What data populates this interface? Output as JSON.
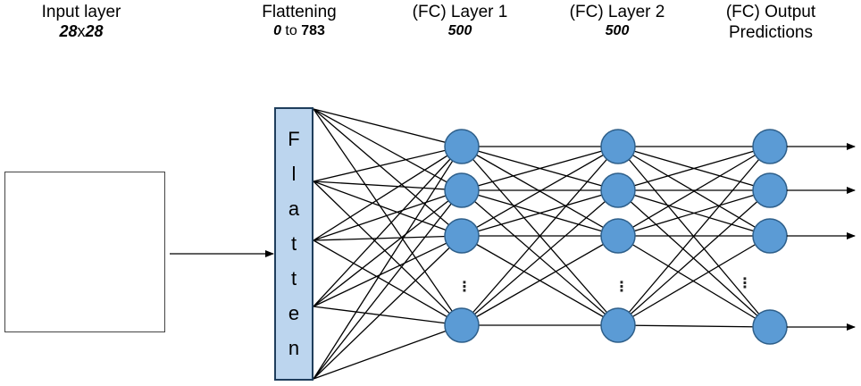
{
  "headers": {
    "input": {
      "title": "Input layer",
      "dim_a": "28",
      "dim_sep": "x",
      "dim_b": "28"
    },
    "flatten": {
      "title": "Flattening",
      "from": "0",
      "sep": " to ",
      "to": "783"
    },
    "fc1": {
      "title": "(FC) Layer 1",
      "size": "500"
    },
    "fc2": {
      "title": "(FC) Layer 2",
      "size": "500"
    },
    "output": {
      "title_line1": "(FC) Output",
      "title_line2": "Predictions"
    }
  },
  "flatten_box": {
    "letters": [
      "F",
      "l",
      "a",
      "t",
      "t",
      "e",
      "n"
    ]
  },
  "ellipsis": "⋮",
  "colors": {
    "node_fill": "#5b9bd5",
    "node_stroke": "#2e5f8a",
    "flatten_fill": "#bcd5ee",
    "edge": "#000000"
  }
}
